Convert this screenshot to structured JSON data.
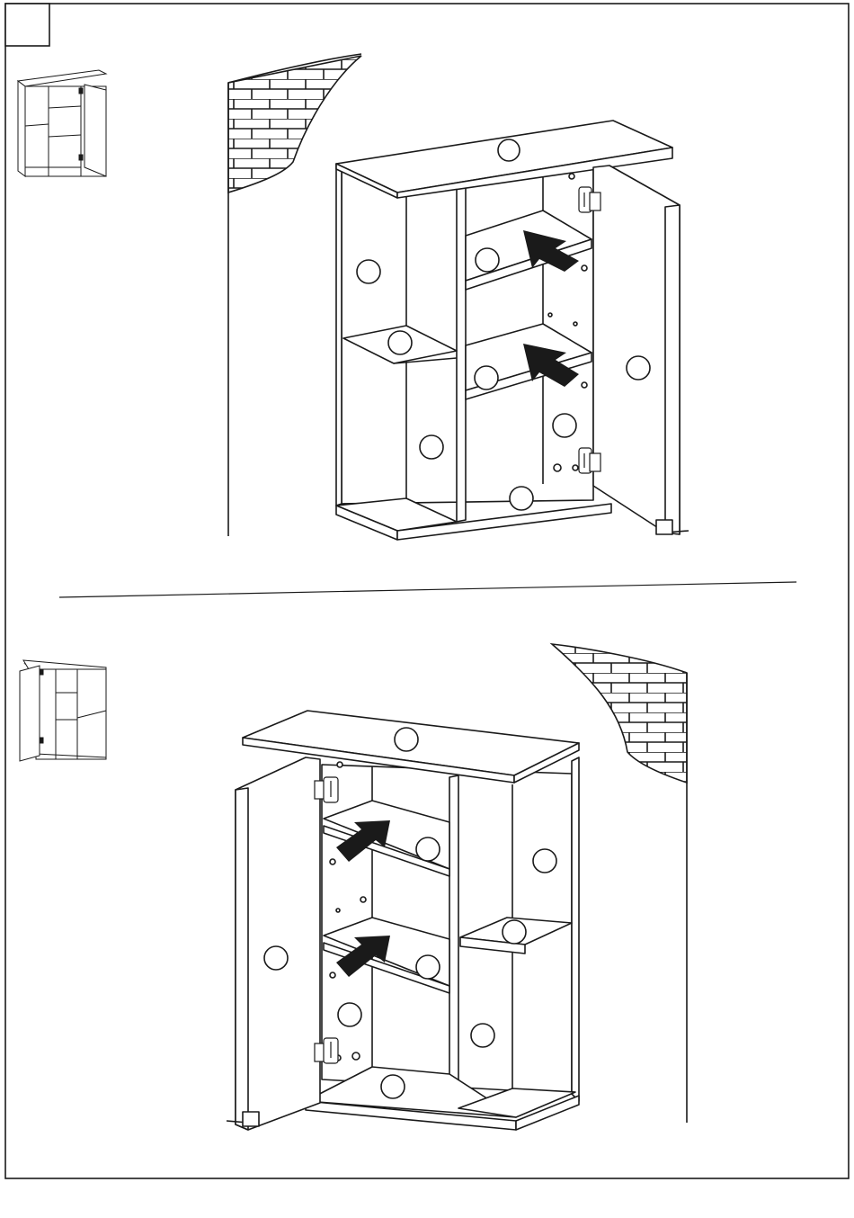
{
  "page": {
    "step_number": "",
    "stroke_color": "#1a1a1a",
    "fill_color": "#ffffff",
    "arrow_color": "#1a1a1a"
  },
  "diagram": {
    "views": [
      {
        "name": "upper-view",
        "door_side": "right",
        "wall_side": "left",
        "arrows": 2
      },
      {
        "name": "lower-view",
        "door_side": "left",
        "wall_side": "right",
        "arrows": 2
      }
    ],
    "part_circles_upper": [
      "",
      "",
      "",
      "",
      "",
      "",
      "",
      "",
      ""
    ],
    "part_circles_lower": [
      "",
      "",
      "",
      "",
      "",
      "",
      "",
      "",
      ""
    ],
    "icons": [
      "wall-icon",
      "hinge-icon",
      "push-arrow-icon",
      "thumbnail-cabinet-icon"
    ]
  }
}
